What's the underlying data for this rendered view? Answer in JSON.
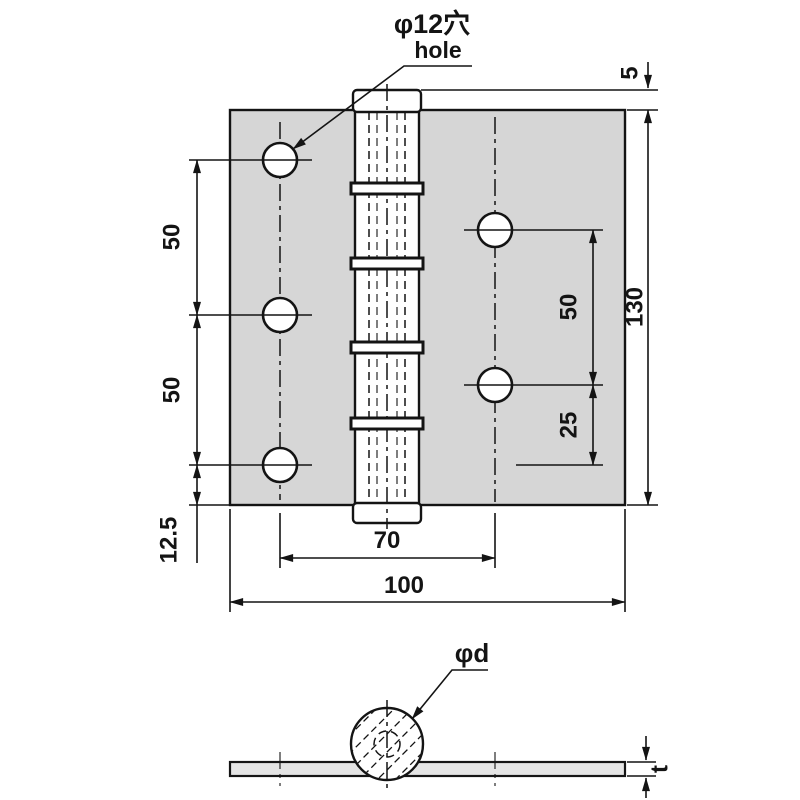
{
  "drawing": {
    "callout": {
      "jp": "φ12穴",
      "en": "hole"
    },
    "dims": {
      "top_offset": "5",
      "left_pitch_top": "50",
      "left_pitch_bottom": "50",
      "left_edge": "12.5",
      "height": "130",
      "right_pitch": "50",
      "right_edge": "25",
      "hole_span": "70",
      "width": "100"
    },
    "section": {
      "pin_dia": "φd",
      "thickness": "t"
    },
    "colors": {
      "plate": "#d6d6d6",
      "line": "#141414",
      "background": "#ffffff"
    }
  }
}
